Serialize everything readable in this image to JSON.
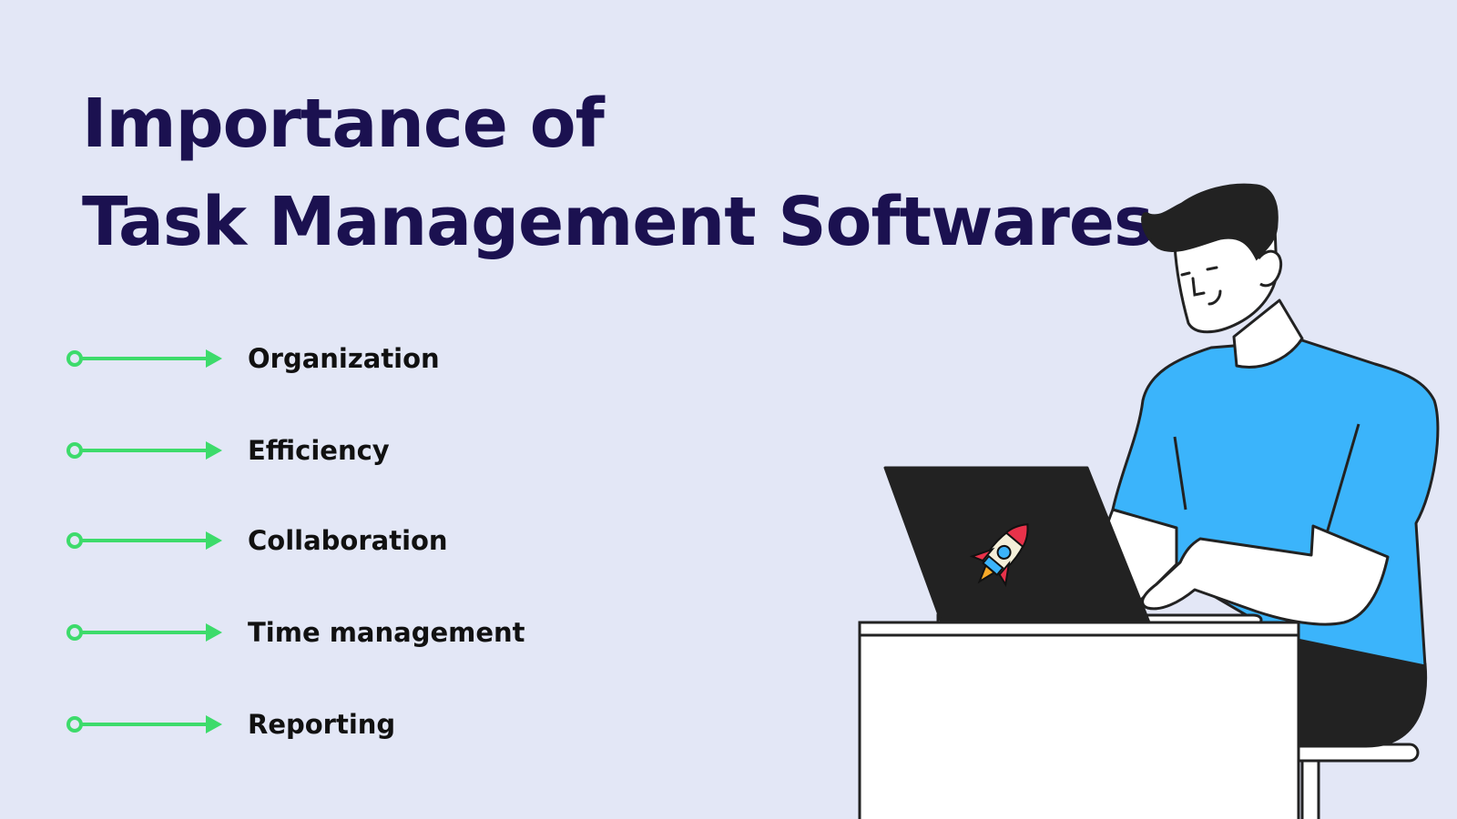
{
  "title": {
    "line1": "Importance of",
    "line2": "Task Management Softwares"
  },
  "benefits": [
    {
      "label": "Organization"
    },
    {
      "label": "Efficiency"
    },
    {
      "label": "Collaboration"
    },
    {
      "label": "Time management"
    },
    {
      "label": "Reporting"
    }
  ],
  "icons": {
    "bullet": "circle-arrow-icon",
    "laptop_sticker": "rocket-icon"
  },
  "colors": {
    "background": "#E3E7F6",
    "title": "#1B1150",
    "arrow": "#3DDB6B",
    "shirt": "#3BB4FB",
    "laptop": "#222222"
  }
}
